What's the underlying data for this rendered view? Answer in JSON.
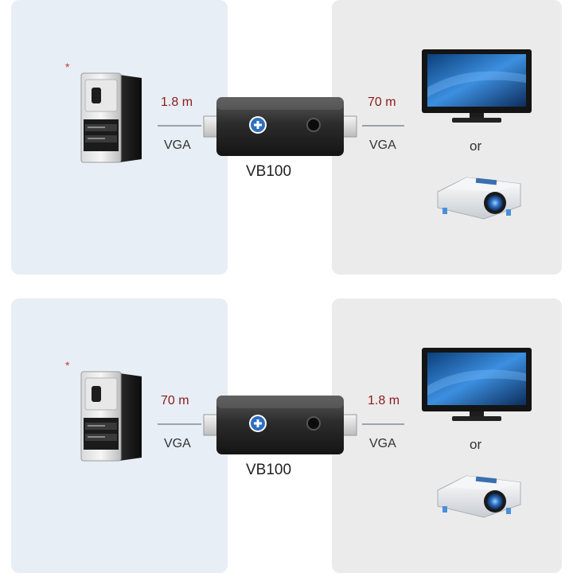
{
  "configurations": [
    {
      "left_asterisk": "*",
      "left_cable": {
        "length": "1.8 m",
        "type": "VGA"
      },
      "device": "VB100",
      "right_cable": {
        "length": "70 m",
        "type": "VGA"
      },
      "or_text": "or"
    },
    {
      "left_asterisk": "*",
      "left_cable": {
        "length": "70 m",
        "type": "VGA"
      },
      "device": "VB100",
      "right_cable": {
        "length": "1.8 m",
        "type": "VGA"
      },
      "or_text": "or"
    }
  ],
  "colors": {
    "left_panel": "#e7eef5",
    "right_panel": "#ecebeb",
    "length_text": "#8b1a1a",
    "accent_blue": "#2f6fbf"
  }
}
